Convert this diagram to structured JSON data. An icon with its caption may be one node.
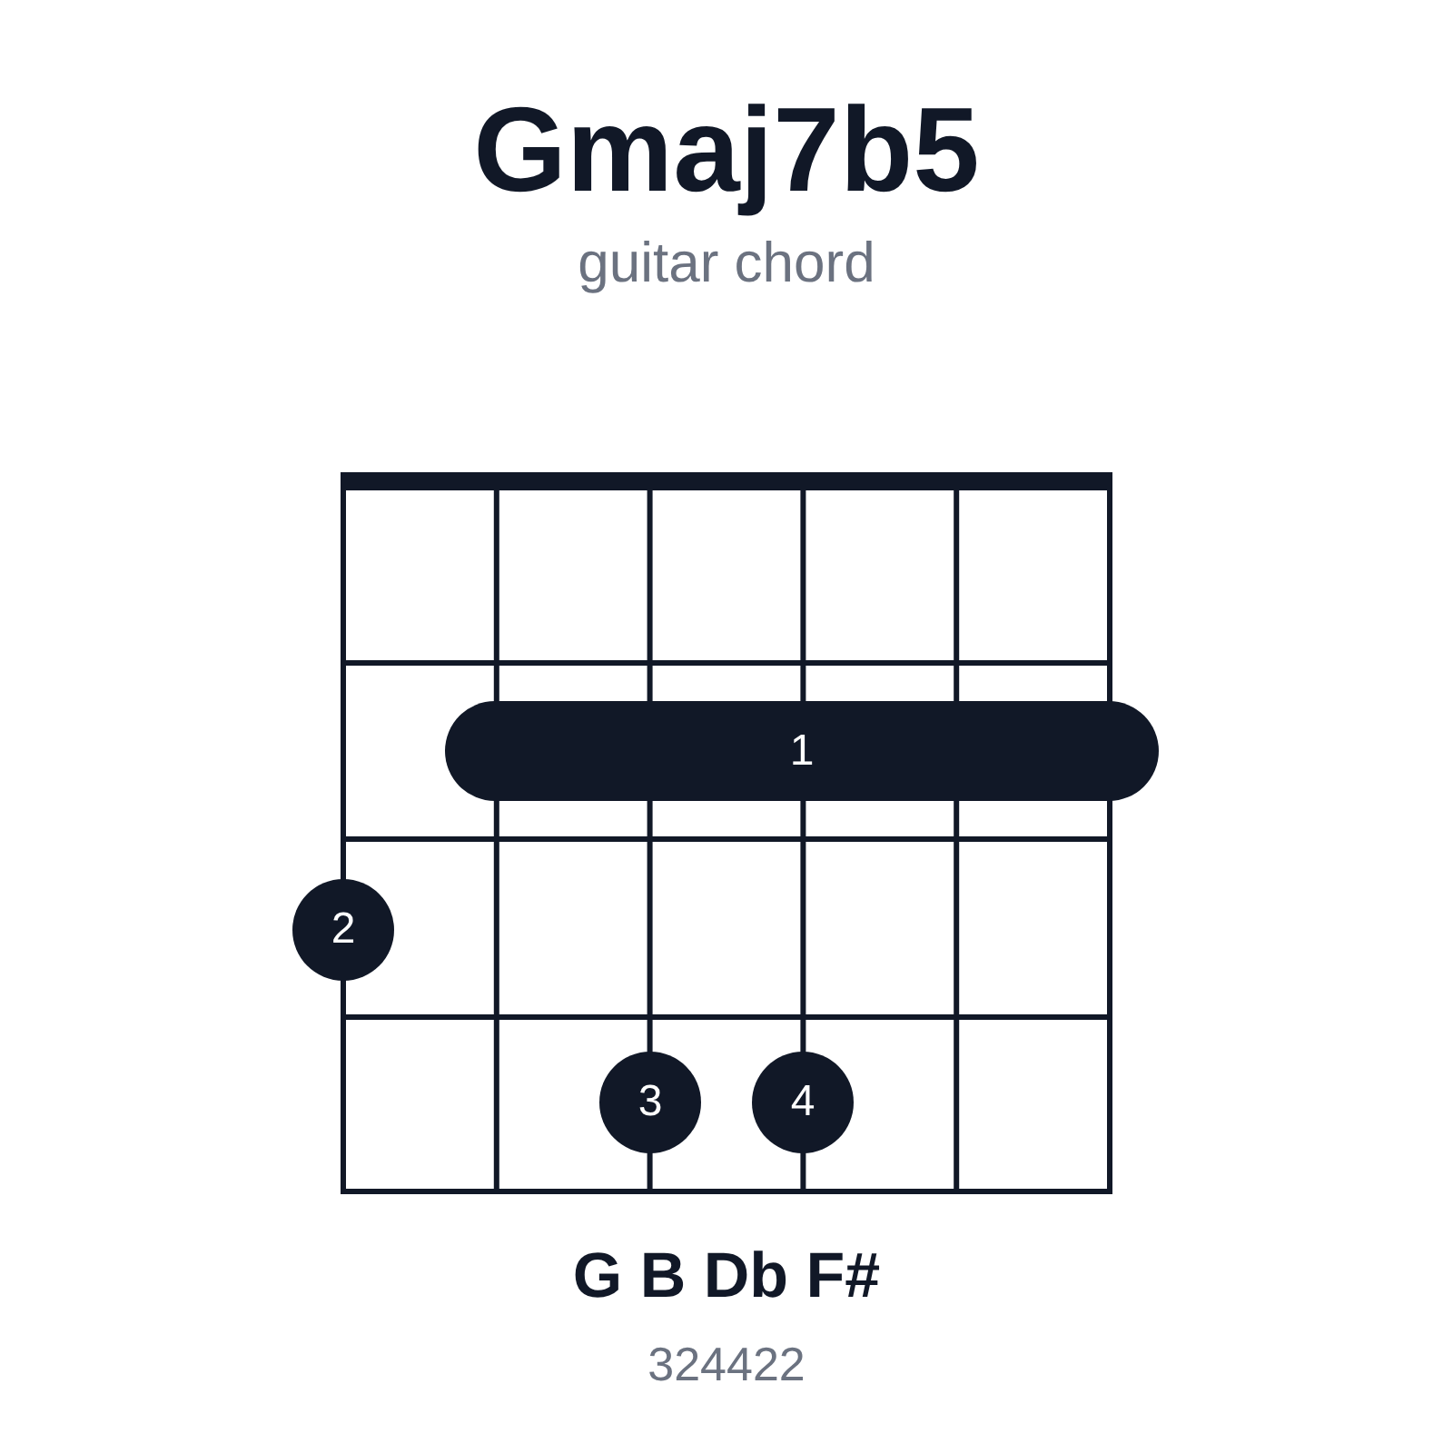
{
  "diagram": {
    "title": "Gmaj7b5",
    "nodes": [
      {
        "text": [
          "1"
        ]
      },
      {
        "text": [
          "2"
        ]
      },
      {
        "text": [
          "3"
        ]
      },
      {
        "text": [
          "4"
        ]
      }
    ],
    "edges": [],
    "labels": [
      "guitar chord",
      "G B Db F#",
      "324422"
    ]
  }
}
